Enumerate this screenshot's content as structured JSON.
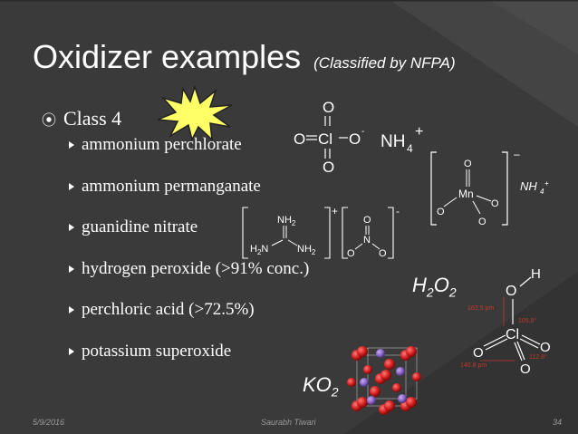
{
  "title": "Oxidizer examples",
  "subtitle": "(Classified by NFPA)",
  "class_label": "Class 4",
  "items": [
    "ammonium perchlorate",
    "ammonium permanganate",
    "guanidine nitrate",
    "hydrogen peroxide (>91% conc.)",
    "perchloric acid (>72.5%)",
    "potassium superoxide"
  ],
  "chem": {
    "perchlorate": {
      "o": "O",
      "cl": "Cl",
      "minus": "-",
      "ammonium": "NH",
      "sub4": "4",
      "plus": "+"
    },
    "permanganate": {
      "mn": "Mn",
      "o": "O",
      "minus": "–",
      "ammonium": "NH",
      "sub4": "4",
      "plus": "+"
    },
    "guanidinium": {
      "nh2": "NH",
      "h2n": "H",
      "sub2": "2",
      "n": "N",
      "nh2b": "NH",
      "plus": "+"
    },
    "nitrate": {
      "o": "O",
      "n": "N",
      "minus": "-"
    },
    "h2o2_label": {
      "h": "H",
      "sub2": "2",
      "o": "O",
      "sub2b": "2"
    },
    "perchloric": {
      "o": "O",
      "h": "H",
      "cl": "Cl",
      "m1": "163.5 pm",
      "m2": "140.8 pm",
      "a1": "105.8°",
      "a2": "112.8°"
    },
    "ko2_label": {
      "k": "KO",
      "sub2": "2"
    }
  },
  "footer": {
    "date": "5/9/2016",
    "author": "Saurabh Tiwari",
    "page": "34"
  },
  "colors": {
    "background": "#3a3a3a",
    "text": "#ffffff",
    "star_fill": "#ffff66",
    "measure_red": "#c0392b",
    "oxygen_red": "#d61f1f",
    "potassium_purple": "#8a63c8"
  }
}
